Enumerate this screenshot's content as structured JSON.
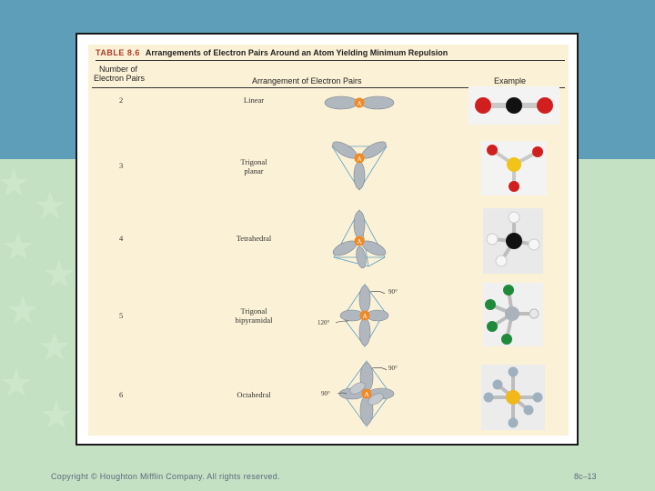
{
  "table": {
    "number": "TABLE 8.6",
    "title": "Arrangements of Electron Pairs Around an Atom Yielding Minimum Repulsion",
    "headers": {
      "number_line1": "Number of",
      "number_line2": "Electron Pairs",
      "arrangement": "Arrangement of Electron Pairs",
      "example": "Example"
    },
    "rows": [
      {
        "pairs": "2",
        "arrangement_line1": "Linear",
        "arrangement_line2": ""
      },
      {
        "pairs": "3",
        "arrangement_line1": "Trigonal",
        "arrangement_line2": "planar"
      },
      {
        "pairs": "4",
        "arrangement_line1": "Tetrahedral",
        "arrangement_line2": ""
      },
      {
        "pairs": "5",
        "arrangement_line1": "Trigonal",
        "arrangement_line2": "bipyramidal"
      },
      {
        "pairs": "6",
        "arrangement_line1": "Octahedral",
        "arrangement_line2": ""
      }
    ],
    "angles": {
      "tbp_axial": "90°",
      "tbp_equatorial": "120°",
      "oct_top": "90°",
      "oct_left": "90°"
    },
    "atom_label": "A"
  },
  "footer": {
    "copyright": "Copyright © Houghton Mifflin Company. All rights reserved.",
    "page": "8c–13"
  },
  "colors": {
    "top_band": "#5f9eb8",
    "bottom_band": "#c4e1c4",
    "table_bg": "#fbf1d6",
    "atom": "#f08a24",
    "lobe": "#b0b7bf"
  }
}
